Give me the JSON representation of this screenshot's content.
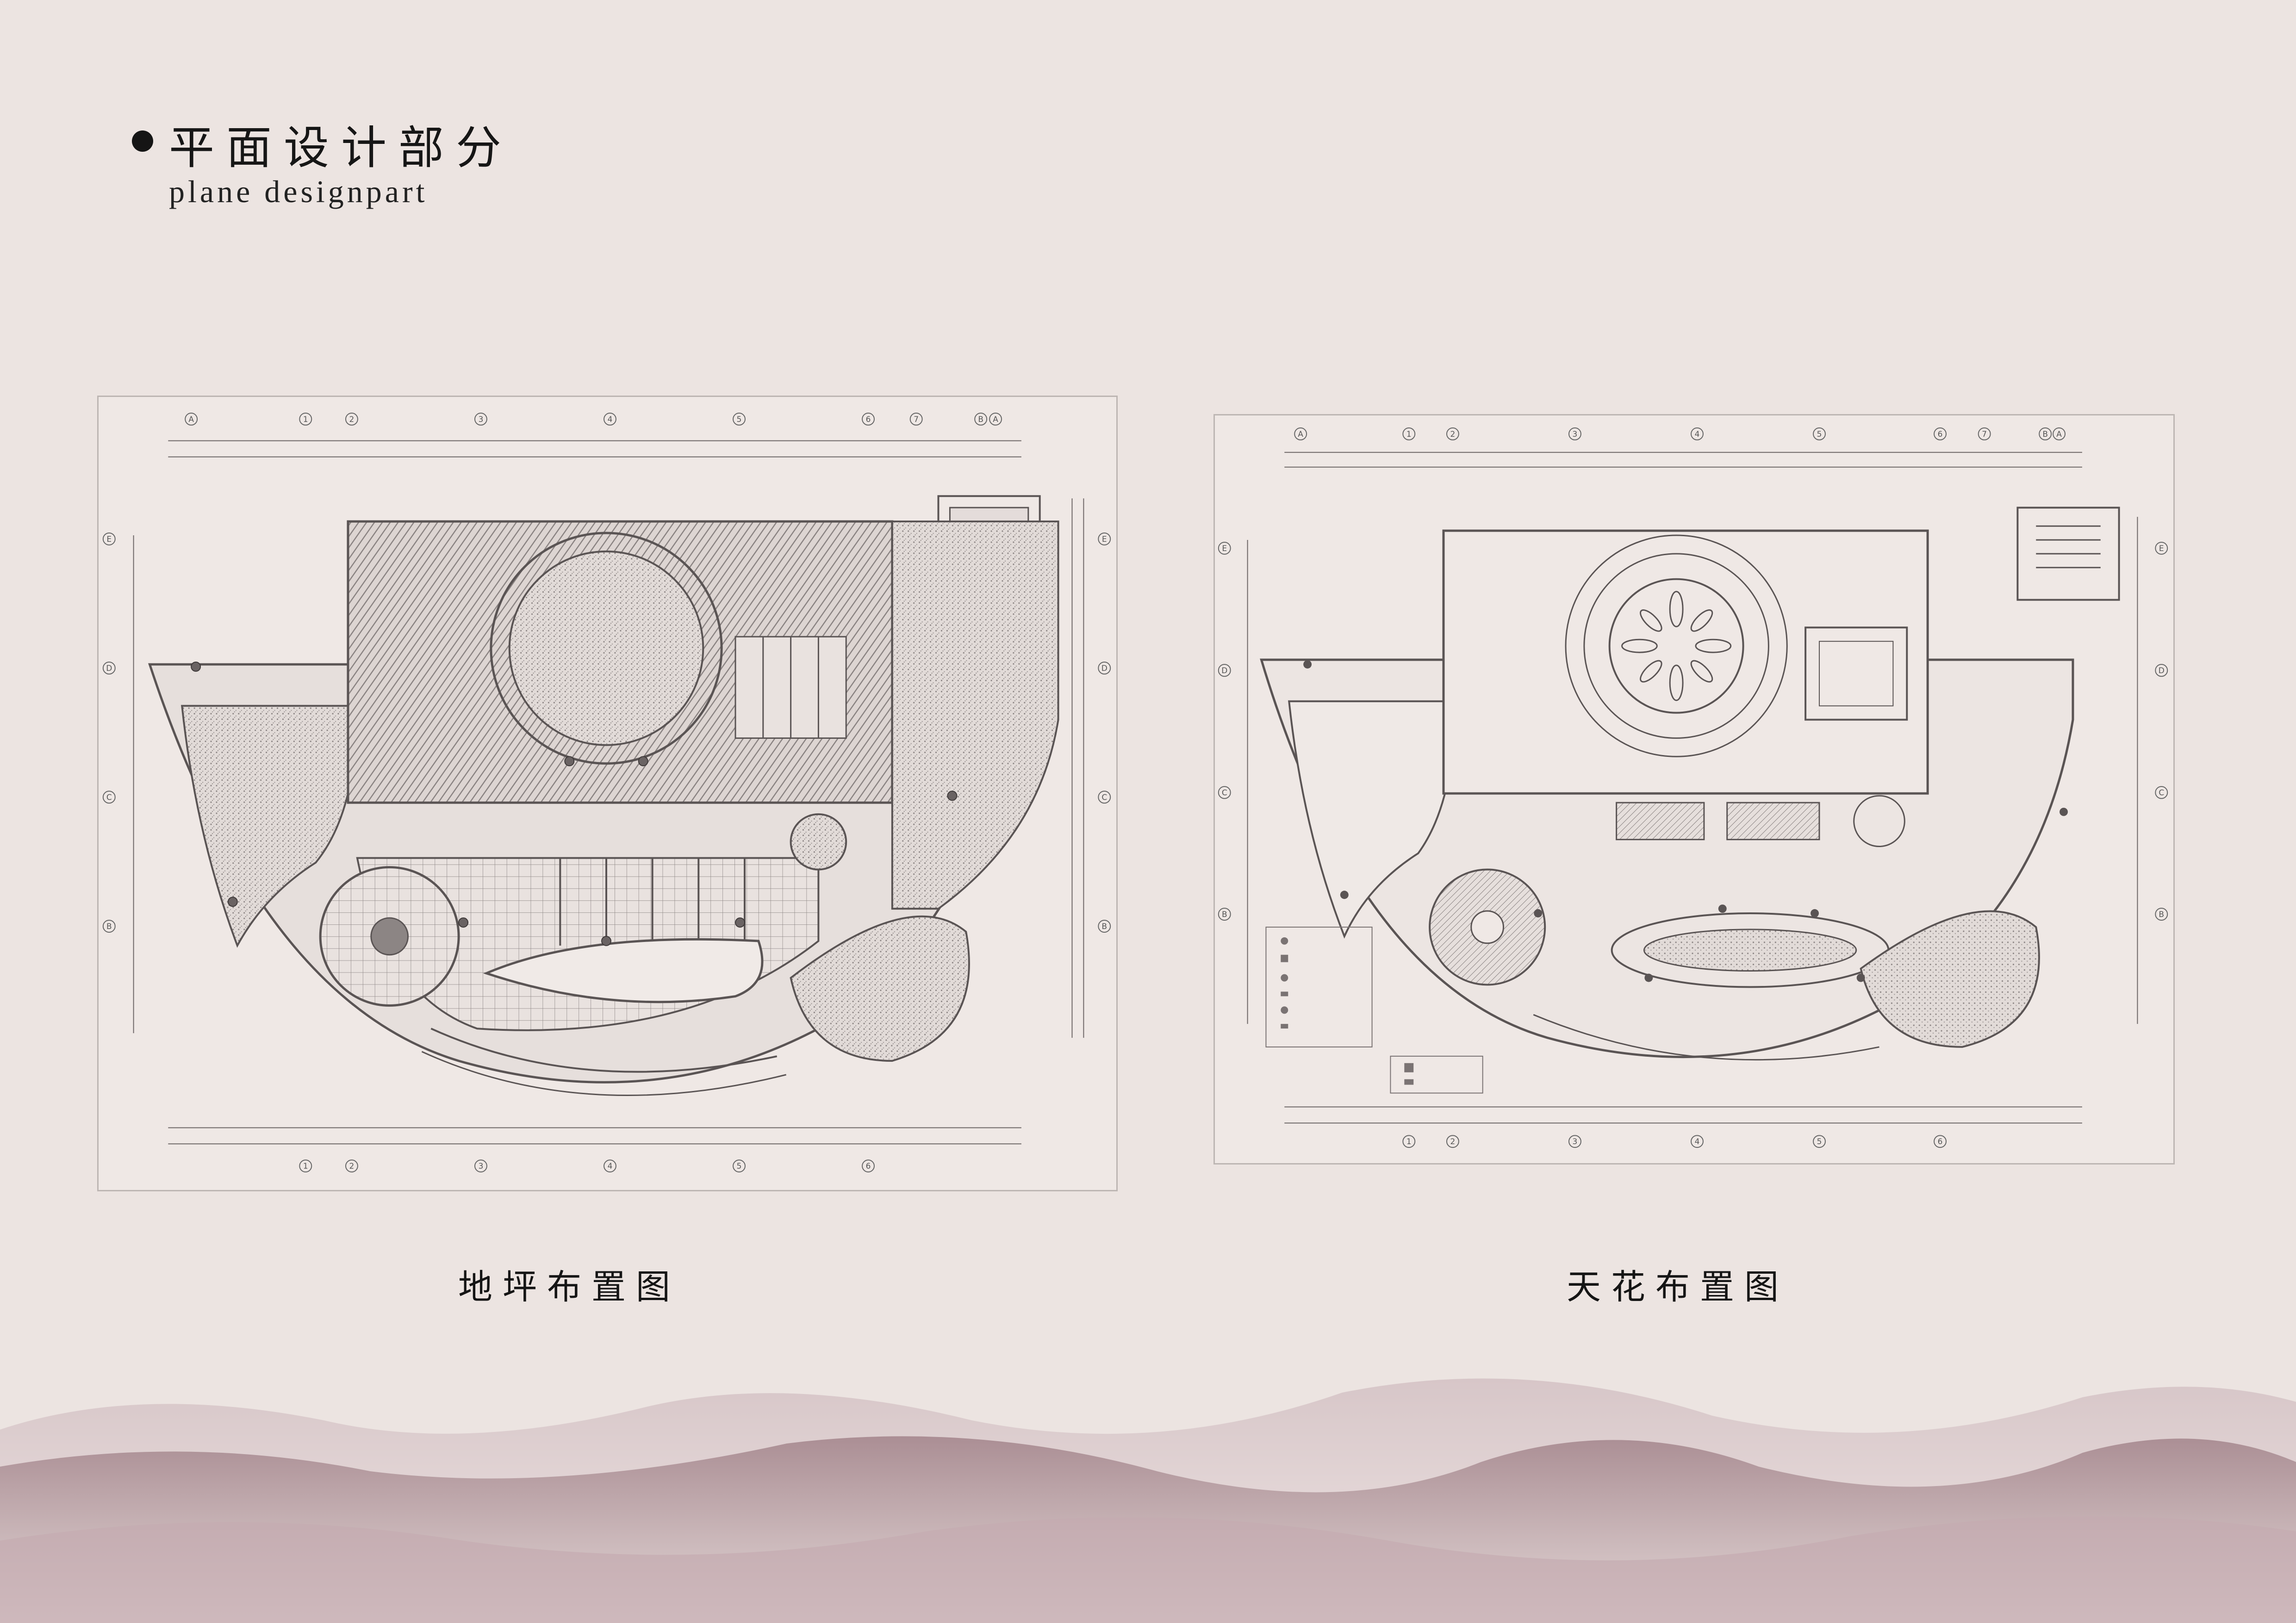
{
  "header": {
    "title_cn": "平面设计部分",
    "title_en": "plane designpart"
  },
  "plans": [
    {
      "id": "floor",
      "caption": "地坪布置图",
      "grid_top": [
        "A",
        "1",
        "2",
        "3",
        "4",
        "5",
        "6",
        "7",
        "B",
        "A"
      ],
      "grid_bottom": [
        "1",
        "2",
        "3",
        "4",
        "5",
        "6"
      ],
      "grid_side": [
        "E",
        "D",
        "C",
        "B"
      ]
    },
    {
      "id": "ceiling",
      "caption": "天花布置图",
      "grid_top": [
        "A",
        "1",
        "2",
        "3",
        "4",
        "5",
        "6",
        "7",
        "B",
        "A"
      ],
      "grid_bottom": [
        "1",
        "2",
        "3",
        "4",
        "5",
        "6"
      ],
      "grid_side": [
        "E",
        "D",
        "C",
        "B"
      ]
    }
  ],
  "colors": {
    "background": "#ece4e1",
    "line": "#5a5454",
    "fill_hatch": "#b5aeac",
    "mountain_dark": "#a7878d",
    "mountain_light": "#d5c3c4"
  }
}
